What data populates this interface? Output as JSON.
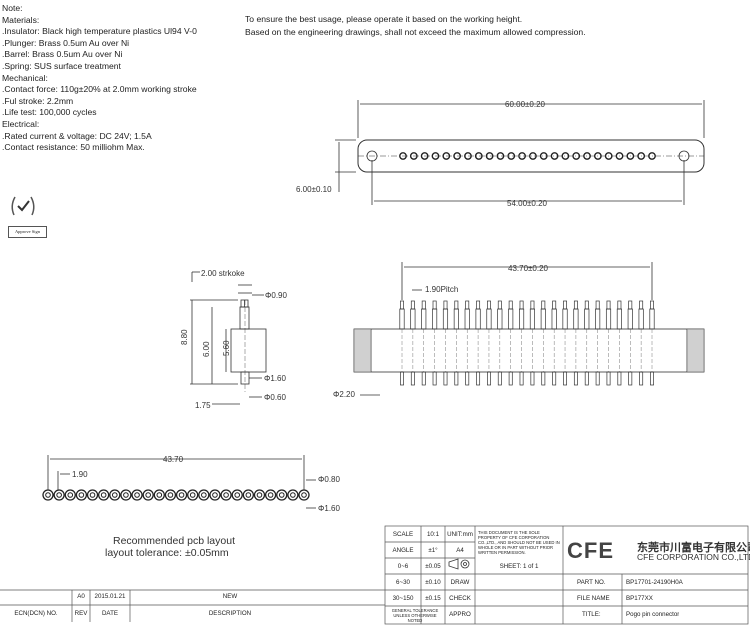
{
  "notes": {
    "title": "Note:",
    "materials_heading": "Materials:",
    "materials": [
      ".Insulator: Black high temperature plastics Ul94 V-0",
      ".Plunger: Brass 0.5um Au over Ni",
      ".Barrel: Brass 0.5um Au over Ni",
      ".Spring: SUS surface treatment"
    ],
    "mechanical_heading": "Mechanical:",
    "mechanical": [
      ".Contact force: 110g±20% at 2.0mm working stroke",
      ".Ful stroke: 2.2mm",
      ".Life test: 100,000 cycles"
    ],
    "electrical_heading": "Electrical:",
    "electrical": [
      ".Rated current & voltage: DC 24V; 1.5A",
      ".Contact resistance: 50 milliohm Max."
    ]
  },
  "top_note": {
    "line1": "To ensure the best usage, please operate it based on the working height.",
    "line2": "Based on the engineering drawings, shall not exceed the maximum allowed compression."
  },
  "approve_label": "Approve Sign",
  "dimensions": {
    "top_length": "60.00±0.20",
    "top_height": "6.00±0.10",
    "top_hole_span": "54.00±0.20",
    "stroke": "2.00 strkoke",
    "d090": "Φ0.90",
    "h880": "8.80",
    "h600": "6.00",
    "h560": "5.60",
    "d160": "Φ1.60",
    "d060": "Φ0.60",
    "l175": "1.75",
    "front_span": "43.70±0.20",
    "pitch": "1.90Pitch",
    "d220": "Φ2.20",
    "pcb_span": "43.70",
    "pcb_pitch": "1.90",
    "pcb_d080": "Φ0.80",
    "pcb_d160": "Φ1.60"
  },
  "layout_note": {
    "line1": "Recommended pcb layout",
    "line2": "layout tolerance: ±0.05mm"
  },
  "revision_block": {
    "row": {
      "rev": "A0",
      "date": "2015.01.21",
      "description": "NEW"
    },
    "headers": {
      "ecn": "ECN(DCN) NO.",
      "rev": "REV",
      "date": "DATE",
      "description": "DESCRIPTION"
    }
  },
  "title_block": {
    "scale_label": "SCALE",
    "scale_value": "10:1",
    "unit_label": "UNIT:mm",
    "angle_label": "ANGLE",
    "angle_value": "±1°",
    "size_value": "A4",
    "tol1_range": "0~6",
    "tol1_value": "±0.05",
    "tol2_range": "6~30",
    "tol2_value": "±0.10",
    "tol3_range": "30~150",
    "tol3_value": "±0.15",
    "general_tolerance": "GENERAL TOLERANCE UNLESS OTHERWISE NOTED",
    "draw": "DRAW",
    "check": "CHECK",
    "appro": "APPRO",
    "sheet": "SHEET: 1 of 1",
    "property_note": "THIS DOCUMENT IS THE SOLE PROPERTY OF CFE CORPORATION CO.,LTD., AND SHOULD NOT BE USED IN WHOLE OR IN PART WITHOUT PRIOR WRITTEN PERMISSION.",
    "part_no_label": "PART NO.",
    "part_no": "BP17701-24190H0A",
    "file_name_label": "FILE NAME",
    "file_name": "BP177XX",
    "title_label": "TITLE:",
    "title": "Pogo pin connector"
  },
  "company": {
    "logo": "CFE",
    "name_cn": "东莞市川富电子有限公司",
    "name_en": "CFE CORPORATION CO.,LTD."
  }
}
